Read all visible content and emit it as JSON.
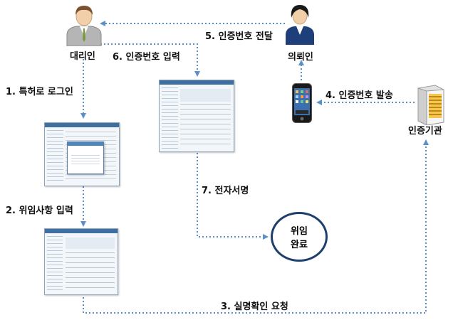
{
  "nodes": {
    "agent": "대리인",
    "client": "의뢰인",
    "authority": "인증기관",
    "complete_line1": "위임",
    "complete_line2": "완료"
  },
  "steps": {
    "s1": "1. 특허로 로그인",
    "s2": "2. 위임사항 입력",
    "s3": "3. 실명확인 요청",
    "s4": "4. 인증번호 발송",
    "s5": "5. 인증번호 전달",
    "s6": "6. 인증번호 입력",
    "s7": "7. 전자서명"
  },
  "colors": {
    "arrow": "#5a8fc8",
    "circle": "#1f3f6e",
    "agent_suit": "#b5b5b5",
    "client_suit": "#1f3f7a"
  }
}
